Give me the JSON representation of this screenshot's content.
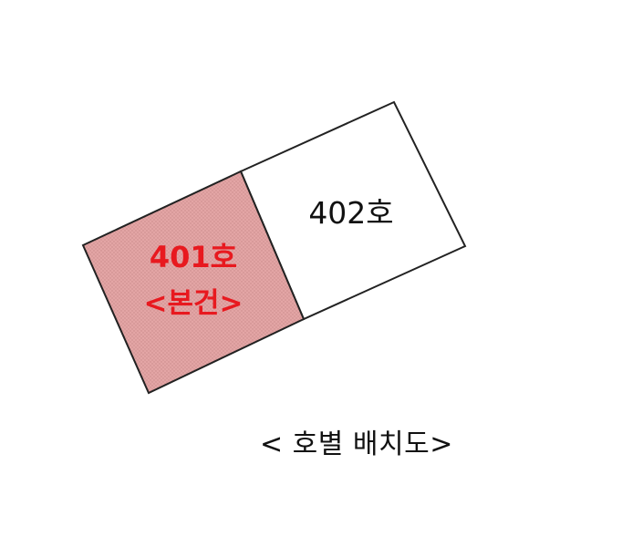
{
  "units": [
    {
      "number": "401호",
      "note": "<본건>",
      "highlighted": true
    },
    {
      "number": "402호",
      "highlighted": false
    }
  ],
  "caption": "< 호별 배치도>",
  "colors": {
    "highlight_fill": "#e3a5a5",
    "highlight_text": "#e8191f",
    "normal_fill": "#ffffff",
    "normal_text": "#111111",
    "outline": "#222222"
  }
}
